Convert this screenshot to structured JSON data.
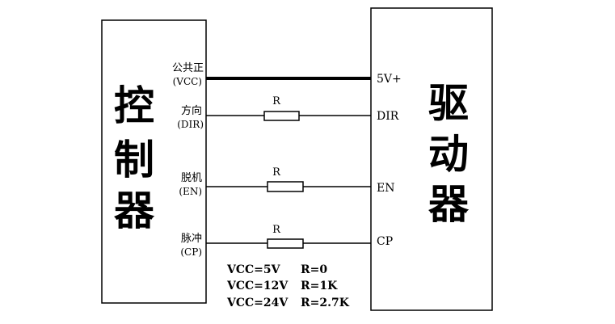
{
  "controller": {
    "chars": [
      "控",
      "制",
      "器"
    ]
  },
  "driver": {
    "chars": [
      "驱",
      "动",
      "器"
    ]
  },
  "signals": [
    {
      "cn": "公共正",
      "en": "(VCC)",
      "pin": "5V+",
      "resistor": ""
    },
    {
      "cn": "方向",
      "en": "(DIR)",
      "pin": "DIR",
      "resistor": "R"
    },
    {
      "cn": "脱机",
      "en": "(EN)",
      "pin": "EN",
      "resistor": "R"
    },
    {
      "cn": "脉冲",
      "en": "(CP)",
      "pin": "CP",
      "resistor": "R"
    }
  ],
  "notes": [
    {
      "vcc": "VCC=5V",
      "r": "R=0"
    },
    {
      "vcc": "VCC=12V",
      "r": "R=1K"
    },
    {
      "vcc": "VCC=24V",
      "r": "R=2.7K"
    }
  ]
}
